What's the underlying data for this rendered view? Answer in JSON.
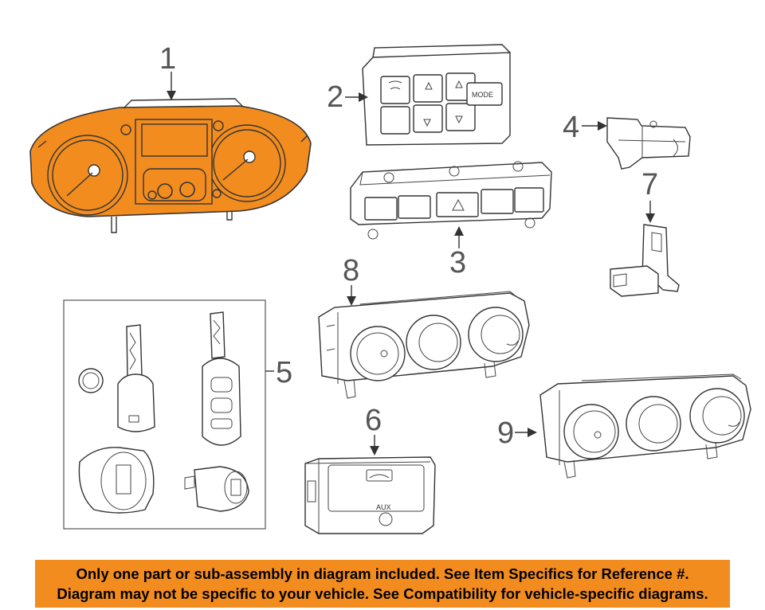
{
  "callouts": {
    "c1": "1",
    "c2": "2",
    "c3": "3",
    "c4": "4",
    "c5": "5",
    "c6": "6",
    "c7": "7",
    "c8": "8",
    "c9": "9"
  },
  "button_labels": {
    "mode": "MODE",
    "aux": "AUX"
  },
  "colors": {
    "highlight": "#f28c1e",
    "line": "#333333",
    "callout": "#555555"
  },
  "banner": {
    "line1": "Only one part or sub-assembly in diagram included. See Item Specifics for Reference #.",
    "line2": "Diagram may not be specific to your vehicle. See Compatibility for vehicle-specific diagrams."
  }
}
